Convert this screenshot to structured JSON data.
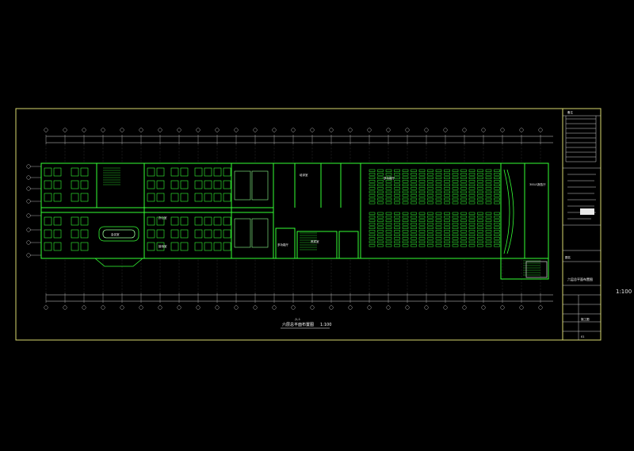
{
  "drawing": {
    "title": "六层总平面布置图",
    "scale": "1:100",
    "overlay_scale": "1:100",
    "title_small": "六-1",
    "colors": {
      "background": "#000000",
      "frame": "#d7d76e",
      "walls": "#35ff35",
      "dims": "#d9d9d9",
      "labels": "#ffffff",
      "cyan": "#4fd6e6"
    }
  },
  "plan": {
    "room_labels": [
      "会议室",
      "办公室",
      "接待室",
      "多功能厅",
      "培训室",
      "贵宾室"
    ],
    "hall_note_left": "多功能厅",
    "hall_note_right": "300人报告厅"
  },
  "title_block": {
    "header": "备注",
    "project": "图名",
    "drawing_name": "六层总平面布置图",
    "sheet": "施工图",
    "number": "01"
  }
}
